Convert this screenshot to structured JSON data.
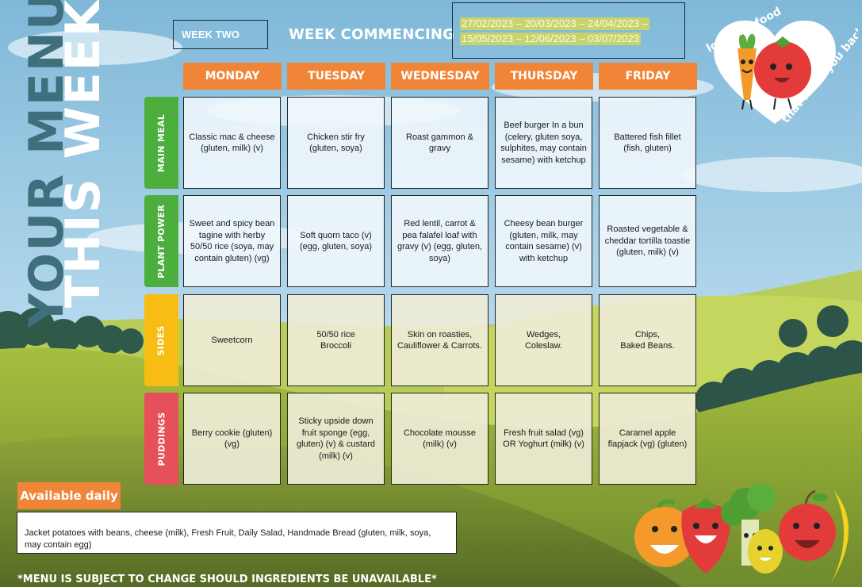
{
  "title": {
    "line1": "YOUR MENU",
    "line2": "THIS WEEK"
  },
  "header": {
    "week_label": "WEEK TWO",
    "week_commencing": "WEEK COMMENCING",
    "dates_line1": "27/02/2023 – 20/03/2023 – 24/04/2023 –",
    "dates_line2": "15/05/2023 – 12/06/2023 – 03/07/2023"
  },
  "logo": {
    "text_top": "love the food",
    "text_bottom": "that loves you back"
  },
  "days": [
    "MONDAY",
    "TUESDAY",
    "WEDNESDAY",
    "THURSDAY",
    "FRIDAY"
  ],
  "rows": [
    {
      "label": "MAIN MEAL",
      "color": "#4caf3d",
      "cells": [
        "Classic mac & cheese (gluten, milk) (v)",
        "Chicken stir fry (gluten, soya)",
        "Roast gammon & gravy",
        "Beef burger In a bun (celery, gluten soya, sulphites, may contain sesame) with ketchup",
        "Battered fish fillet (fish, gluten)"
      ]
    },
    {
      "label": "PLANT POWER",
      "color": "#4caf3d",
      "cells": [
        "Sweet and spicy bean tagine with herby 50/50 rice (soya, may contain gluten) (vg)",
        "Soft quorn taco (v) (egg, gluten, soya)",
        "Red lentil, carrot & pea falafel loaf with gravy (v) (egg, gluten, soya)",
        "Cheesy bean burger (gluten, milk, may contain sesame) (v) with ketchup",
        "Roasted vegetable & cheddar tortilla toastie (gluten, milk) (v)"
      ]
    },
    {
      "label": "SIDES",
      "color": "#f7bd14",
      "cells": [
        "Sweetcorn",
        "50/50 rice\nBroccoli",
        "Skin on roasties, Cauliflower & Carrots.",
        "Wedges,\nColeslaw.",
        "Chips,\nBaked Beans."
      ]
    },
    {
      "label": "PUDDINGS",
      "color": "#e5505a",
      "cells": [
        "Berry cookie (gluten) (vg)",
        "Sticky upside down fruit sponge (egg, gluten) (v) & custard (milk) (v)",
        "Chocolate mousse (milk) (v)",
        "Fresh fruit salad (vg) OR Yoghurt (milk) (v)",
        "Caramel apple flapjack (vg) (gluten)"
      ]
    }
  ],
  "available_daily": {
    "label": "Available daily",
    "text": "Jacket potatoes with beans, cheese (milk), Fresh Fruit, Daily Salad, Handmade Bread (gluten, milk, soya, may contain egg)"
  },
  "disclaimer": "*MENU IS SUBJECT TO CHANGE SHOULD INGREDIENTS BE UNAVAILABLE*",
  "colors": {
    "accent": "#f08538",
    "sky": "#8fc4e0",
    "hill": "#7a9a3a"
  }
}
